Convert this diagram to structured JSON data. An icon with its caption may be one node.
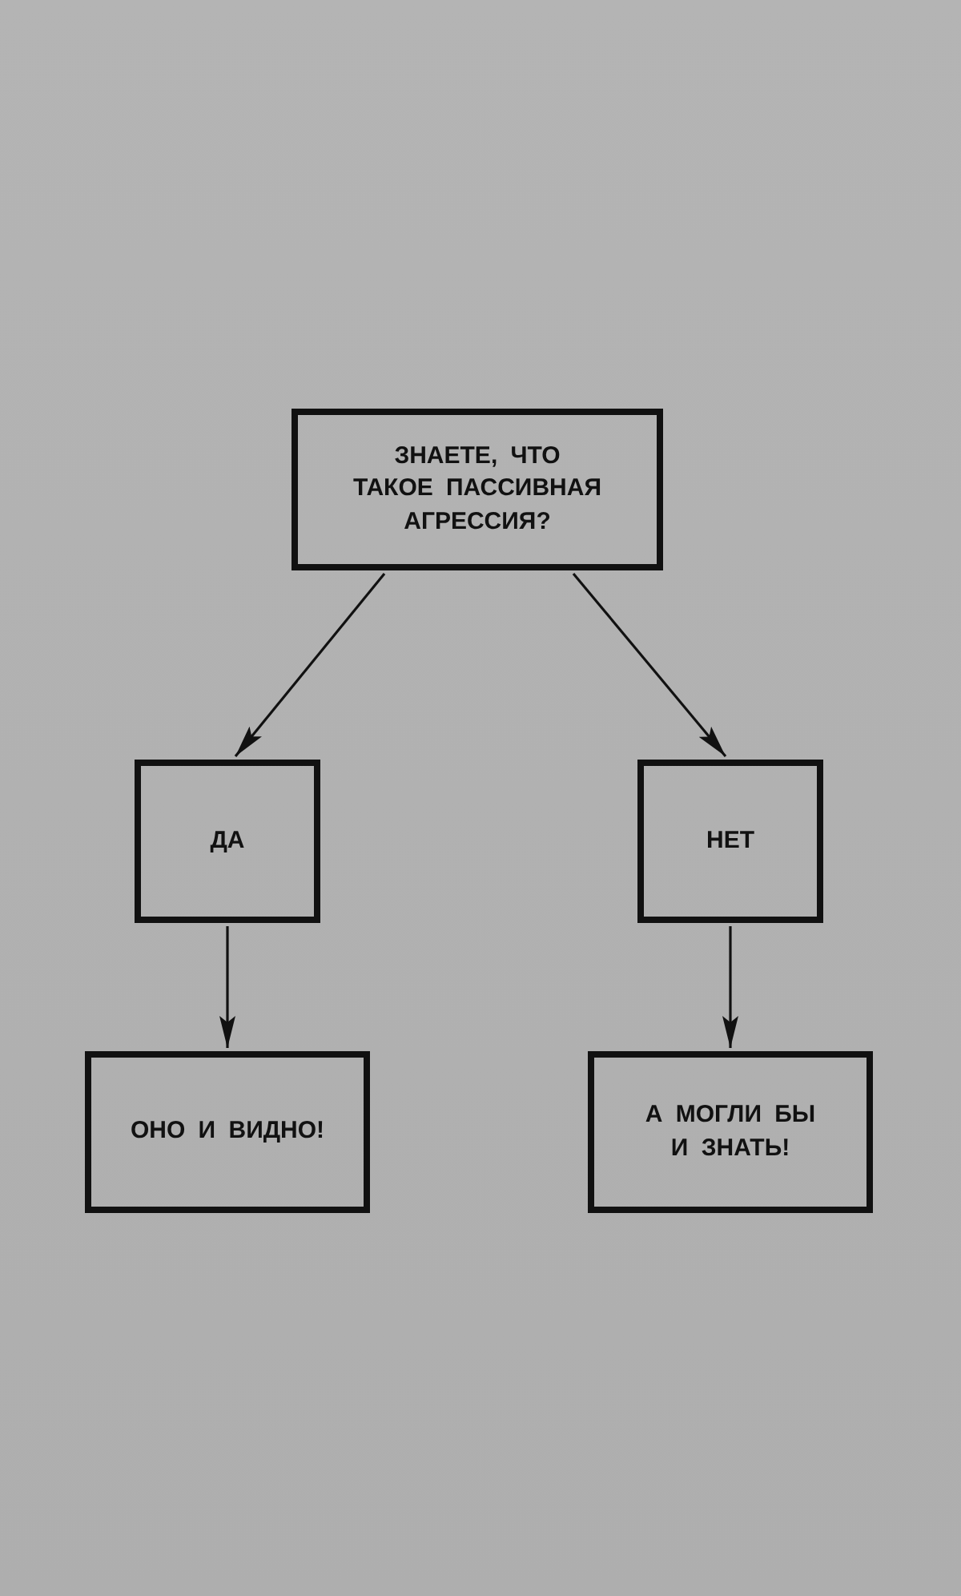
{
  "diagram": {
    "nodes": [
      {
        "text": [
          "ЗНАЕТЕ, ЧТО ТАКОЕ ПАССИВНАЯ АГРЕССИЯ?"
        ]
      },
      {
        "text": [
          "ДА"
        ]
      },
      {
        "text": [
          "НЕТ"
        ]
      },
      {
        "text": [
          "ОНО И ВИДНО!"
        ]
      },
      {
        "text": [
          "А МОГЛИ БЫ И ЗНАТЬ!"
        ]
      }
    ],
    "edges": [
      {
        "from": 0,
        "to": 1,
        "arrow": "to"
      },
      {
        "from": 0,
        "to": 2,
        "arrow": "to"
      },
      {
        "from": 1,
        "to": 3,
        "arrow": "to"
      },
      {
        "from": 2,
        "to": 4,
        "arrow": "to"
      }
    ]
  }
}
